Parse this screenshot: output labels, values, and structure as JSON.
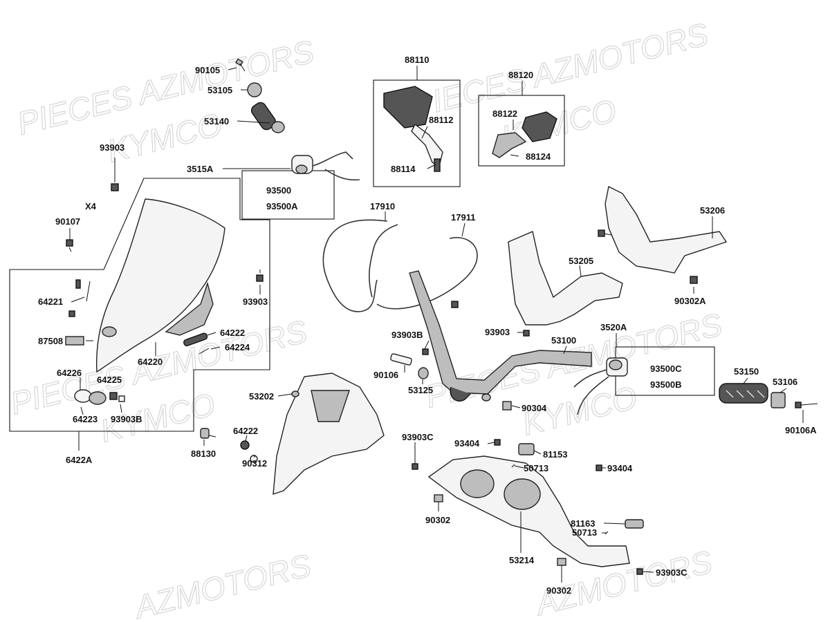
{
  "watermarks": [
    "PIECES AZMOTORS",
    "KYMCO",
    "PIECES AZMOTORS",
    "KYMCO",
    "PIECES AZMOTORS",
    "KYMCO",
    "AZMOTORS",
    "AZMOTORS"
  ],
  "labels": {
    "l90105": "90105",
    "l53105": "53105",
    "l53140": "53140",
    "l93903_top": "93903",
    "l3515A": "3515A",
    "l93500": "93500",
    "l93500A": "93500A",
    "lX4": "X4",
    "l90107": "90107",
    "l88110": "88110",
    "l88112": "88112",
    "l88114": "88114",
    "l88120": "88120",
    "l88122": "88122",
    "l88124": "88124",
    "l17910": "17910",
    "l17911": "17911",
    "l53206": "53206",
    "l53205": "53205",
    "l90302A": "90302A",
    "l64221": "64221",
    "l87508": "87508",
    "l64220": "64220",
    "l64222a": "64222",
    "l64224": "64224",
    "l93903_mid": "93903",
    "l64226": "64226",
    "l64225": "64225",
    "l64223": "64223",
    "l93903B_left": "93903B",
    "l6422A": "6422A",
    "l88130": "88130",
    "l93903B": "93903B",
    "l90106": "90106",
    "l53125": "53125",
    "l93903_c": "93903",
    "l53100": "53100",
    "l3520A": "3520A",
    "l93500C": "93500C",
    "l93500B": "93500B",
    "l53150": "53150",
    "l53106": "53106",
    "l90106A": "90106A",
    "l53202": "53202",
    "l64222b": "64222",
    "l90312": "90312",
    "l90304": "90304",
    "l93903C_a": "93903C",
    "l93404_a": "93404",
    "l81153": "81153",
    "l50713_a": "50713",
    "l93404_b": "93404",
    "l90302_a": "90302",
    "l81163": "81163",
    "l50713_b": "50713",
    "l53214": "53214",
    "l93903C_b": "93903C",
    "l90302_b": "90302"
  }
}
